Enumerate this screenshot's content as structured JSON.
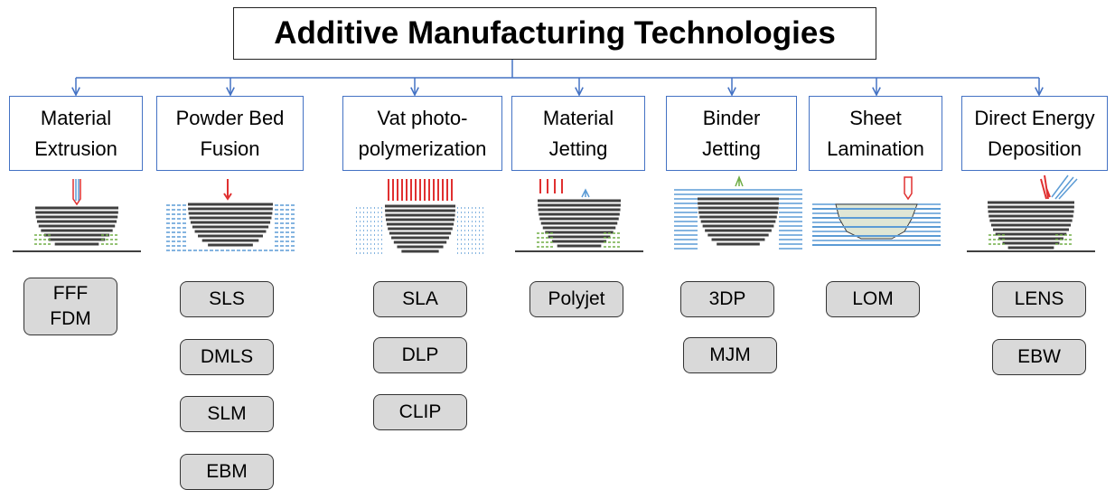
{
  "title": "Additive Manufacturing Technologies",
  "colors": {
    "connector": "#4472c4",
    "box_fill": "#d9d9d9",
    "layers": "#404040",
    "support": "#70ad47",
    "laser": "#e03030",
    "powder": "#5b9bd5"
  },
  "categories": [
    {
      "line1": "Material",
      "line2": "Extrusion",
      "techs": [
        {
          "line1": "FFF",
          "line2": "FDM"
        }
      ]
    },
    {
      "line1": "Powder Bed",
      "line2": "Fusion",
      "techs": [
        {
          "line1": "SLS"
        },
        {
          "line1": "DMLS"
        },
        {
          "line1": "SLM"
        },
        {
          "line1": "EBM"
        }
      ]
    },
    {
      "line1": "Vat photo-",
      "line2": "polymerization",
      "techs": [
        {
          "line1": "SLA"
        },
        {
          "line1": "DLP"
        },
        {
          "line1": "CLIP"
        }
      ]
    },
    {
      "line1": "Material",
      "line2": "Jetting",
      "techs": [
        {
          "line1": "Polyjet"
        }
      ]
    },
    {
      "line1": "Binder",
      "line2": "Jetting",
      "techs": [
        {
          "line1": "3DP"
        },
        {
          "line1": "MJM"
        }
      ]
    },
    {
      "line1": "Sheet",
      "line2": "Lamination",
      "techs": [
        {
          "line1": "LOM"
        }
      ]
    },
    {
      "line1": "Direct Energy",
      "line2": "Deposition",
      "techs": [
        {
          "line1": "LENS"
        },
        {
          "line1": "EBW"
        }
      ]
    }
  ]
}
